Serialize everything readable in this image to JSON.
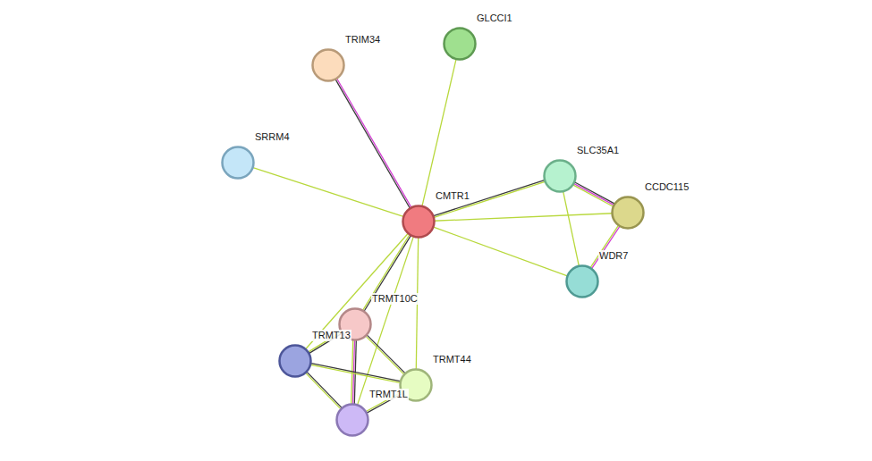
{
  "diagram": {
    "nodes": [
      {
        "text": [
          "GLCCI1"
        ]
      },
      {
        "text": [
          "TRIM34"
        ]
      },
      {
        "text": [
          "SRRM4"
        ]
      },
      {
        "text": [
          "SLC35A1"
        ]
      },
      {
        "text": [
          "CCDC115"
        ]
      },
      {
        "text": [
          "CMTR1"
        ]
      },
      {
        "text": [
          "WDR7"
        ]
      },
      {
        "text": [
          "TRMT10C"
        ]
      },
      {
        "text": [
          "TRMT13"
        ]
      },
      {
        "text": [
          "TRMT44"
        ]
      },
      {
        "text": [
          "TRMT1L"
        ]
      }
    ],
    "edges": [
      {
        "from": 5,
        "to": 1,
        "arrow": "none"
      },
      {
        "from": 5,
        "to": 0,
        "arrow": "none"
      },
      {
        "from": 5,
        "to": 2,
        "arrow": "none"
      },
      {
        "from": 5,
        "to": 3,
        "arrow": "none"
      },
      {
        "from": 5,
        "to": 4,
        "arrow": "none"
      },
      {
        "from": 5,
        "to": 6,
        "arrow": "none"
      },
      {
        "from": 5,
        "to": 7,
        "arrow": "none"
      },
      {
        "from": 5,
        "to": 8,
        "arrow": "none"
      },
      {
        "from": 5,
        "to": 9,
        "arrow": "none"
      },
      {
        "from": 5,
        "to": 10,
        "arrow": "none"
      },
      {
        "from": 3,
        "to": 4,
        "arrow": "none"
      },
      {
        "from": 3,
        "to": 6,
        "arrow": "none"
      },
      {
        "from": 4,
        "to": 6,
        "arrow": "none"
      },
      {
        "from": 7,
        "to": 8,
        "arrow": "none"
      },
      {
        "from": 7,
        "to": 9,
        "arrow": "none"
      },
      {
        "from": 7,
        "to": 10,
        "arrow": "none"
      },
      {
        "from": 8,
        "to": 9,
        "arrow": "none"
      },
      {
        "from": 8,
        "to": 10,
        "arrow": "none"
      },
      {
        "from": 9,
        "to": 10,
        "arrow": "none"
      }
    ]
  }
}
